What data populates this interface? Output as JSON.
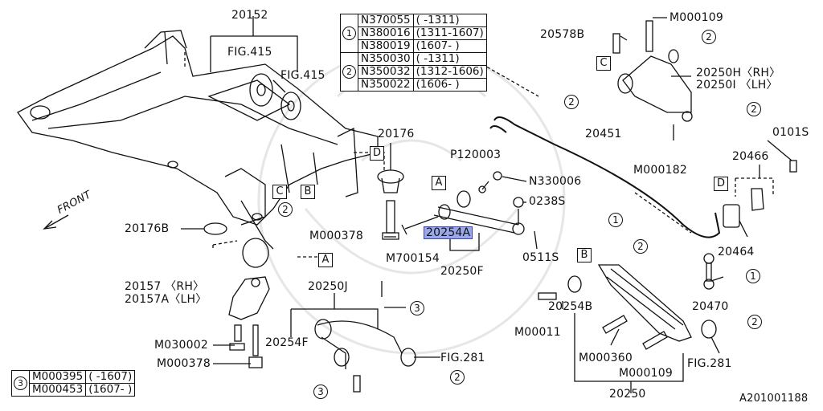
{
  "diagram_id": "A201001188",
  "parts": {
    "p20152": "20152",
    "fig415a": "FIG.415",
    "fig415b": "FIG.415",
    "p20176": "20176",
    "p20176b": "20176B",
    "p20157": "20157 〈RH〉",
    "p20157a": "20157A〈LH〉",
    "m030002": "M030002",
    "m000378a": "M000378",
    "m000378b": "M000378",
    "p20250j": "20250J",
    "p20254f": "20254F",
    "fig281a": "FIG.281",
    "p20254a": "20254A",
    "m700154": "M700154",
    "p20250f": "20250F",
    "p120003": "P120003",
    "n330006": "N330006",
    "p0238s": "0238S",
    "p0511s": "0511S",
    "p20578b": "20578B",
    "m000109a": "M000109",
    "p20250h": "20250H〈RH〉",
    "p20250i": "20250I 〈LH〉",
    "p20451": "20451",
    "m000182": "M000182",
    "p0101s": "0101S",
    "p20466": "20466",
    "p20464": "20464",
    "p20470": "20470",
    "p20254b": "20254B",
    "m00011": "M00011",
    "m000360": "M000360",
    "m000109b": "M000109",
    "fig281b": "FIG.281",
    "p20250": "20250",
    "front": "FRONT"
  },
  "ref_letters": {
    "a": "A",
    "b": "B",
    "c": "C",
    "d": "D"
  },
  "ref_numbers": {
    "one": "1",
    "two": "2",
    "three": "3"
  },
  "top_table": [
    {
      "key": "1",
      "part": "N370055",
      "range": "(     -1311)"
    },
    {
      "key": "",
      "part": "N380016",
      "range": "(1311-1607)"
    },
    {
      "key": "",
      "part": "N380019",
      "range": "(1607-     )"
    },
    {
      "key": "2",
      "part": "N350030",
      "range": "(     -1311)"
    },
    {
      "key": "",
      "part": "N350032",
      "range": "(1312-1606)"
    },
    {
      "key": "",
      "part": "N350022",
      "range": "(1606-    )"
    }
  ],
  "bottom_table": [
    {
      "key": "3",
      "part": "M000395",
      "range": "( -1607)"
    },
    {
      "key": "",
      "part": "M000453",
      "range": "(1607- )"
    }
  ],
  "colors": {
    "highlight": "#9aa8ea",
    "line": "#111111"
  }
}
